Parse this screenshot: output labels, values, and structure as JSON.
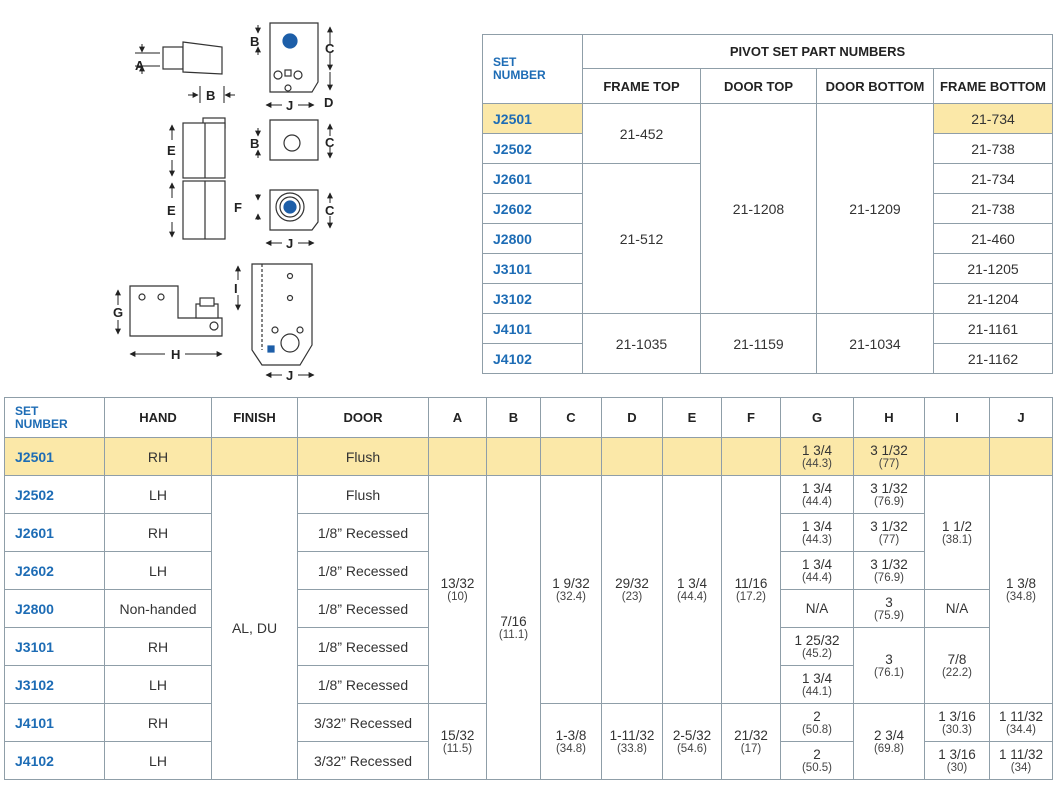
{
  "colors": {
    "accent": "#1d6cb5",
    "highlight": "#fbe8a8",
    "border": "#8f9ea8"
  },
  "diagram": {
    "labels": {
      "A": "A",
      "B": "B",
      "C": "C",
      "D": "D",
      "E": "E",
      "F": "F",
      "G": "G",
      "H": "H",
      "I": "I",
      "J": "J"
    }
  },
  "pivot_table": {
    "set_header_line1": "SET",
    "set_header_line2": "NUMBER",
    "group_header": "PIVOT SET PART NUMBERS",
    "columns": [
      "FRAME TOP",
      "DOOR TOP",
      "DOOR BOTTOM",
      "FRAME BOTTOM"
    ],
    "sets": [
      "J2501",
      "J2502",
      "J2601",
      "J2602",
      "J2800",
      "J3101",
      "J3102",
      "J4101",
      "J4102"
    ],
    "frame_top": [
      "21-452",
      "21-512",
      "21-1035"
    ],
    "door_top": [
      "21-1208",
      "21-1159"
    ],
    "door_bottom": [
      "21-1209",
      "21-1034"
    ],
    "frame_bottom": [
      "21-734",
      "21-738",
      "21-734",
      "21-738",
      "21-460",
      "21-1205",
      "21-1204",
      "21-1161",
      "21-1162"
    ]
  },
  "dim_table": {
    "headers": {
      "set_line1": "SET",
      "set_line2": "NUMBER",
      "hand": "HAND",
      "finish": "FINISH",
      "door": "DOOR",
      "a": "A",
      "b": "B",
      "c": "C",
      "d": "D",
      "e": "E",
      "f": "F",
      "g": "G",
      "h": "H",
      "i": "I",
      "j": "J"
    },
    "sets": [
      "J2501",
      "J2502",
      "J2601",
      "J2602",
      "J2800",
      "J3101",
      "J3102",
      "J4101",
      "J4102"
    ],
    "hand": [
      "RH",
      "LH",
      "RH",
      "LH",
      "Non-handed",
      "RH",
      "LH",
      "RH",
      "LH"
    ],
    "finish": "AL, DU",
    "door": [
      "Flush",
      "Flush",
      "1/8” Recessed",
      "1/8” Recessed",
      "1/8” Recessed",
      "1/8” Recessed",
      "1/8” Recessed",
      "3/32” Recessed",
      "3/32” Recessed"
    ],
    "a": [
      {
        "v": "13/32",
        "mm": "(10)"
      },
      {
        "v": "15/32",
        "mm": "(11.5)"
      }
    ],
    "b": {
      "v": "7/16",
      "mm": "(11.1)"
    },
    "c": [
      {
        "v": "1 9/32",
        "mm": "(32.4)"
      },
      {
        "v": "1-3/8",
        "mm": "(34.8)"
      }
    ],
    "d": [
      {
        "v": "29/32",
        "mm": "(23)"
      },
      {
        "v": "1-11/32",
        "mm": "(33.8)"
      }
    ],
    "e": [
      {
        "v": "1 3/4",
        "mm": "(44.4)"
      },
      {
        "v": "2-5/32",
        "mm": "(54.6)"
      }
    ],
    "f": [
      {
        "v": "11/16",
        "mm": "(17.2)"
      },
      {
        "v": "21/32",
        "mm": "(17)"
      }
    ],
    "g": [
      {
        "v": "1 3/4",
        "mm": "(44.3)"
      },
      {
        "v": "1 3/4",
        "mm": "(44.4)"
      },
      {
        "v": "1 3/4",
        "mm": "(44.3)"
      },
      {
        "v": "1 3/4",
        "mm": "(44.4)"
      },
      {
        "v": "N/A",
        "mm": ""
      },
      {
        "v": "1 25/32",
        "mm": "(45.2)"
      },
      {
        "v": "1 3/4",
        "mm": "(44.1)"
      },
      {
        "v": "2",
        "mm": "(50.8)"
      },
      {
        "v": "2",
        "mm": "(50.5)"
      }
    ],
    "h": [
      {
        "v": "3 1/32",
        "mm": "(77)"
      },
      {
        "v": "3 1/32",
        "mm": "(76.9)"
      },
      {
        "v": "3 1/32",
        "mm": "(77)"
      },
      {
        "v": "3 1/32",
        "mm": "(76.9)"
      },
      {
        "v": "3",
        "mm": "(75.9)"
      },
      {
        "v": "3",
        "mm": "(76.1)"
      },
      {
        "v": "2 3/4",
        "mm": "(69.8)"
      }
    ],
    "i": [
      {
        "v": "1 1/2",
        "mm": "(38.1)"
      },
      {
        "v": "N/A",
        "mm": ""
      },
      {
        "v": "7/8",
        "mm": "(22.2)"
      },
      {
        "v": "1 3/16",
        "mm": "(30.3)"
      },
      {
        "v": "1 3/16",
        "mm": "(30)"
      }
    ],
    "j": [
      {
        "v": "1 3/8",
        "mm": "(34.8)"
      },
      {
        "v": "1 11/32",
        "mm": "(34.4)"
      },
      {
        "v": "1 11/32",
        "mm": "(34)"
      }
    ]
  }
}
